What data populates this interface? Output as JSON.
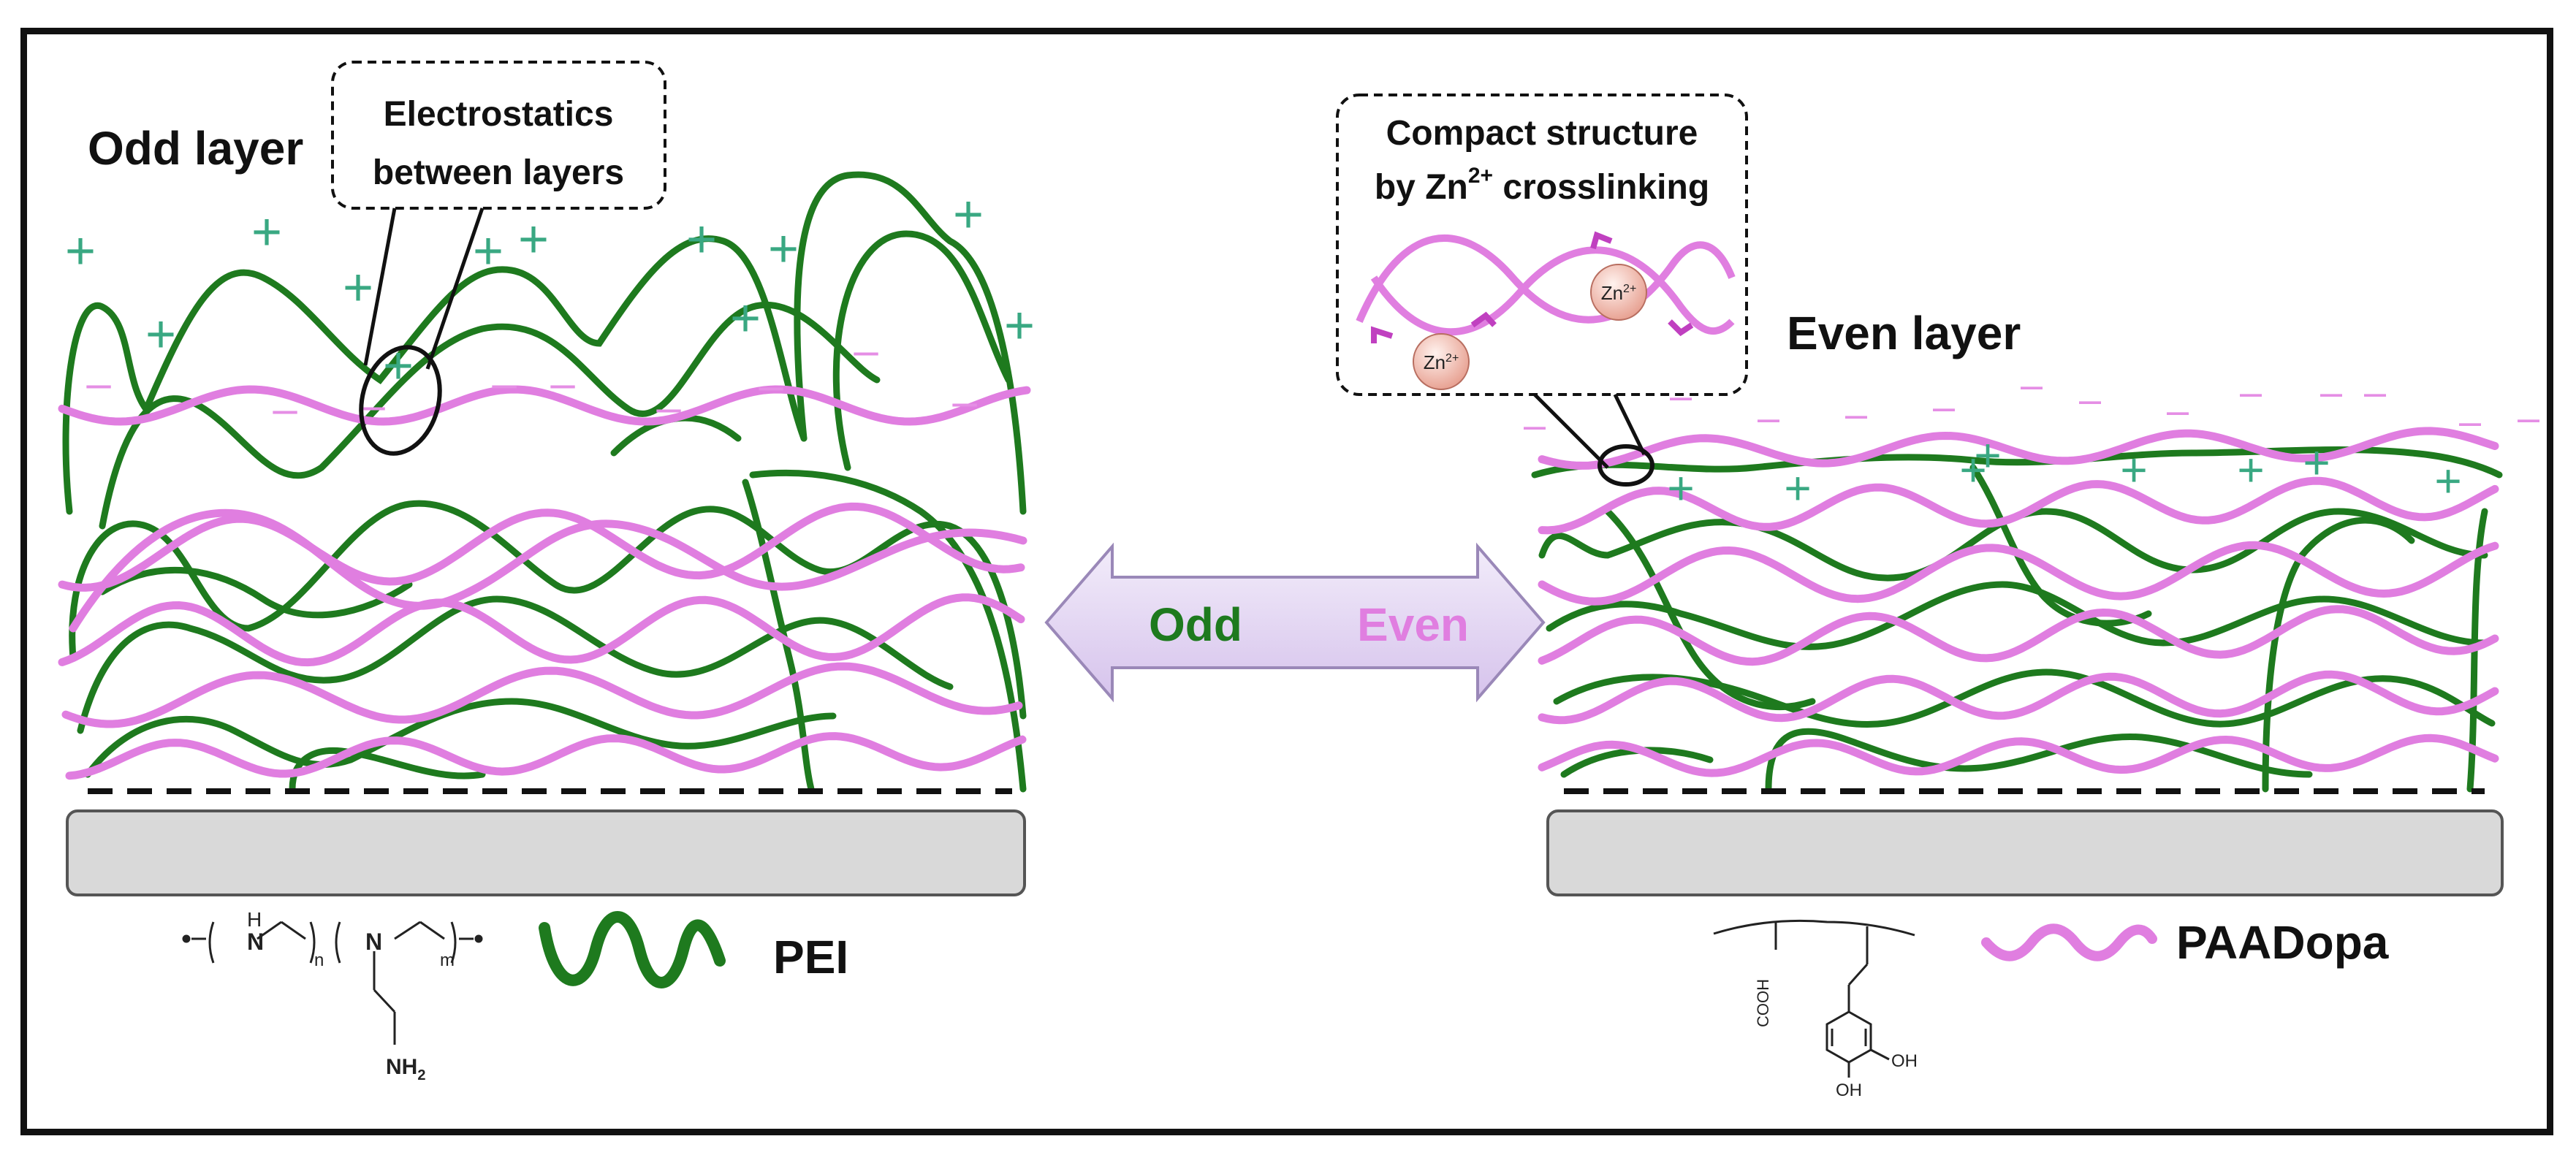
{
  "colors": {
    "pei_green": "#1e7a1e",
    "paadopa_pink": "#e07ee0",
    "plus_teal": "#39a882",
    "minus_pink": "#e58ee5",
    "arrow_fill": "#e5d8f2",
    "substrate": "#d9d9d9"
  },
  "odd_panel": {
    "title": "Odd layer",
    "callout_line1": "Electrostatics",
    "callout_line2": "between layers"
  },
  "even_panel": {
    "title": "Even layer",
    "callout_line1": "Compact structure",
    "callout_line2_prefix": "by Zn",
    "callout_line2_sup": "2+",
    "callout_line2_suffix": " crosslinking",
    "ion_label": "Zn",
    "ion_sup": "2+"
  },
  "arrow": {
    "left_label": "Odd",
    "right_label": "Even"
  },
  "legend": {
    "pei_label": "PEI",
    "paadopa_label": "PAADopa",
    "pei_struct": {
      "nh": "H",
      "n1": "N",
      "n_sub": "n",
      "n2": "N",
      "m_sub": "m",
      "nh2": "NH",
      "nh2_sub": "2"
    },
    "paadopa_struct": {
      "cooh": "COOH",
      "oh1": "OH",
      "oh2": "OH"
    }
  },
  "charges": {
    "plus": "+",
    "minus": "–"
  }
}
